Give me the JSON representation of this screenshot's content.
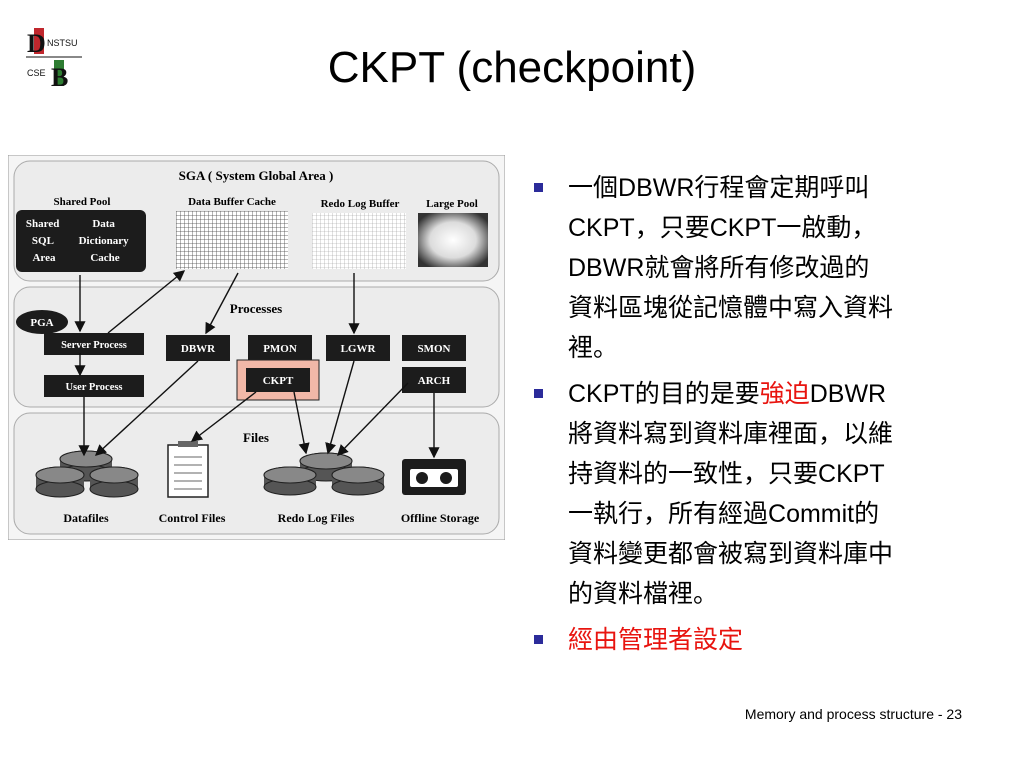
{
  "logo": {
    "letters_top": "D",
    "letters_bottom": "B",
    "text_top": "NSTSU",
    "text_bottom": "CSE"
  },
  "title": "CKPT (checkpoint)",
  "diagram": {
    "sga_title": "SGA ( System Global Area )",
    "shared_pool": "Shared Pool",
    "shared_sql": [
      "Shared",
      "SQL",
      "Area"
    ],
    "data_dict": [
      "Data",
      "Dictionary",
      "Cache"
    ],
    "data_buffer_cache": "Data Buffer Cache",
    "redo_log_buffer": "Redo Log Buffer",
    "large_pool": "Large Pool",
    "processes_title": "Processes",
    "pga": "PGA",
    "server_process": "Server Process",
    "user_process": "User Process",
    "dbwr": "DBWR",
    "pmon": "PMON",
    "lgwr": "LGWR",
    "smon": "SMON",
    "ckpt": "CKPT",
    "arch": "ARCH",
    "files_title": "Files",
    "datafiles": "Datafiles",
    "control_files": "Control Files",
    "redo_log_files": "Redo Log Files",
    "offline_storage": "Offline Storage"
  },
  "bullets": {
    "b1": {
      "l1a": "一個",
      "l1b": "DBWR",
      "l1c": "行程會定期呼叫",
      "l2a": "CKPT",
      "l2b": "，只要",
      "l2c": "CKPT",
      "l2d": "一啟動，",
      "l3a": "DBWR",
      "l3b": "就會將所有修改過的",
      "l4": "資料區塊從記憶體中寫入資料",
      "l5": "裡。"
    },
    "b2": {
      "l1a": "CKPT",
      "l1b": "的目的是要",
      "l1red": "強迫",
      "l1c": "DBWR",
      "l2": "將資料寫到資料庫裡面，以維",
      "l3a": "持資料的一致性，只要",
      "l3b": "CKPT",
      "l4a": "一執行，所有經過",
      "l4b": "Commit",
      "l4c": "的",
      "l5": "資料變更都會被寫到資料庫中",
      "l6": "的資料檔裡。"
    },
    "b3": "經由管理者設定"
  },
  "colors": {
    "accent_red": "#e8140f",
    "bullet_blue": "#2b2b9a",
    "ckpt_highlight": "#f2b8a8"
  },
  "footer": "Memory and process structure - 23"
}
